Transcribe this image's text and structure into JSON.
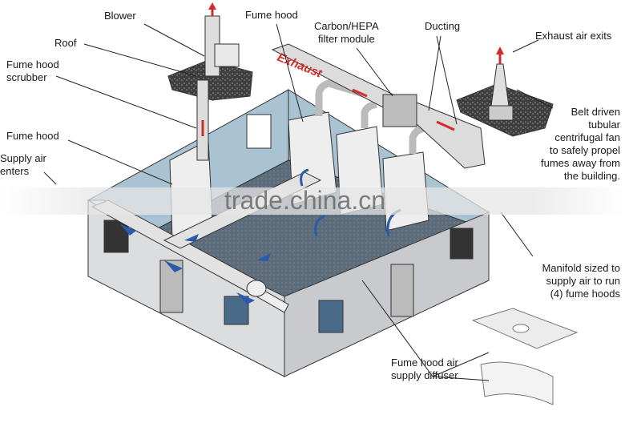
{
  "labels": {
    "blower": "Blower",
    "roof": "Roof",
    "scrubber_1": "Fume hood",
    "scrubber_2": "scrubber",
    "fume_hood_left": "Fume hood",
    "supply_1": "Supply air",
    "supply_2": "enters",
    "fume_hood_top": "Fume hood",
    "filter_1": "Carbon/HEPA",
    "filter_2": "filter module",
    "ducting": "Ducting",
    "exhaust_exits": "Exhaust air exits",
    "fan_1": "Belt driven",
    "fan_2": "tubular",
    "fan_3": "centrifugal fan",
    "fan_4": "to safely propel",
    "fan_5": "fumes away from",
    "fan_6": "the building.",
    "manifold_1": "Manifold sized to",
    "manifold_2": "supply air to run",
    "manifold_3": "(4) fume hoods",
    "diffuser_1": "Fume hood air",
    "diffuser_2": "supply diffuser",
    "duct_text": "Exhaust"
  },
  "watermark": "trade.china.cn",
  "colors": {
    "wall": "#d9dadc",
    "interior": "#a9c3d3",
    "floor": "#5f6f7c",
    "arrow_blue": "#2a5aa8",
    "arrow_red": "#d42a2a"
  }
}
